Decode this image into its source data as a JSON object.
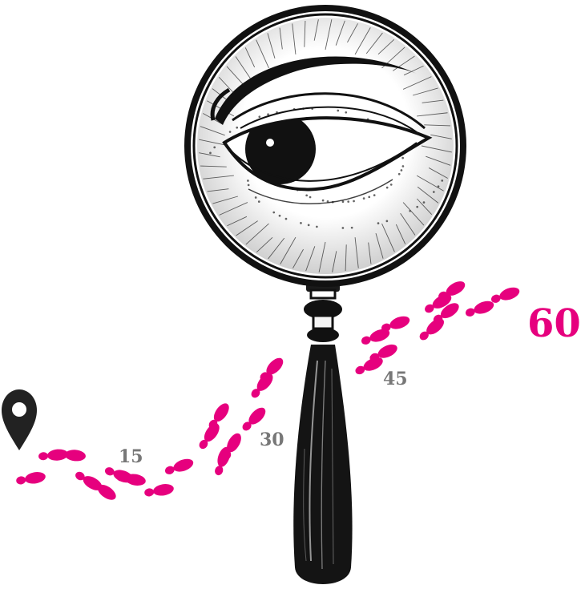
{
  "colors": {
    "footprint": "#e6007e",
    "ink": "#111111",
    "label": "#777777",
    "paper": "#ffffff"
  },
  "icons": [
    "location-pin-icon",
    "eye-icon",
    "magnifying-glass-icon",
    "footprint-icon"
  ],
  "labels": {
    "m15": "15",
    "m30": "30",
    "m45": "45",
    "m60": "60"
  }
}
